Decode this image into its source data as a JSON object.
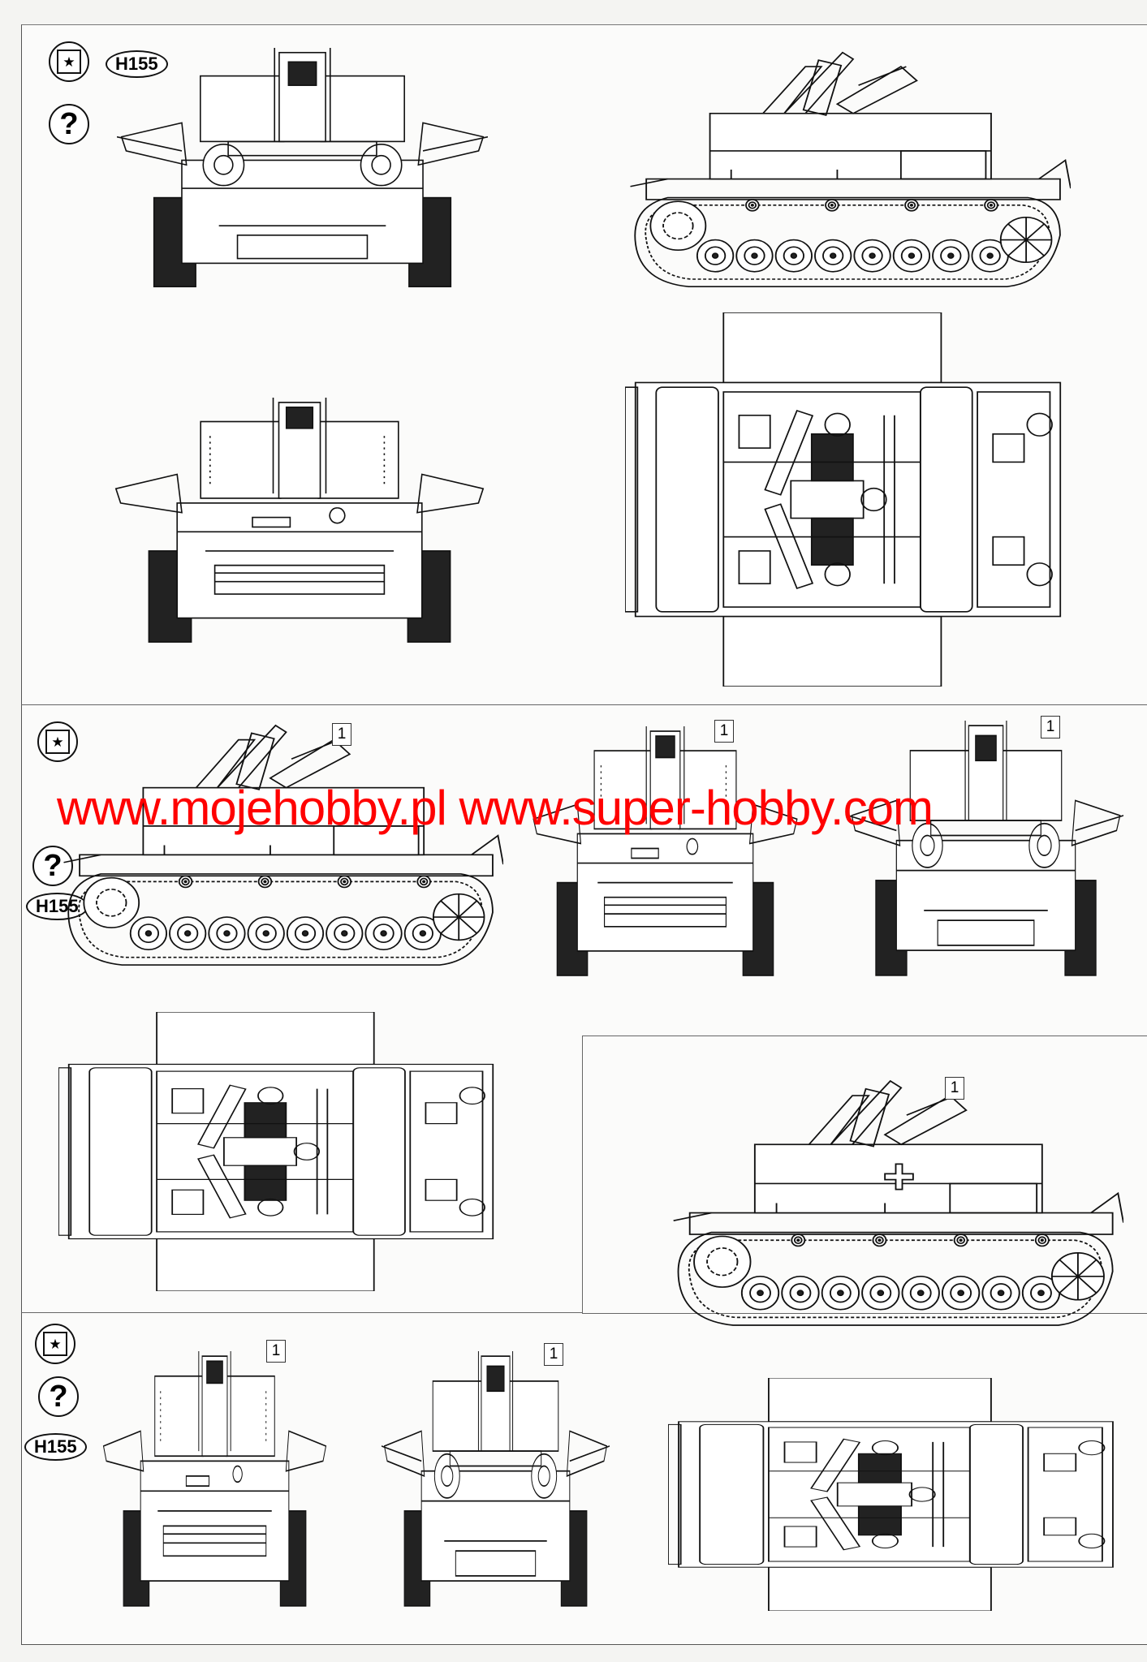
{
  "kit_code": "H155",
  "watermark": "www.mojehobby.pl www.super-hobby.com",
  "icons": {
    "flag": "star-flag-icon",
    "question": "question-mark-icon"
  },
  "question_glyph": "?",
  "star_glyph": "★",
  "callout_label": "1",
  "colors": {
    "watermark": "#ff0000",
    "line": "#111111"
  },
  "sections": [
    {
      "name": "scheme-1",
      "views": [
        "front",
        "side",
        "rear",
        "top"
      ]
    },
    {
      "name": "scheme-2",
      "views": [
        "side",
        "rear",
        "front",
        "top",
        "side"
      ],
      "decal": "1"
    },
    {
      "name": "scheme-3",
      "views": [
        "rear",
        "front",
        "top"
      ],
      "decal": "1"
    }
  ]
}
